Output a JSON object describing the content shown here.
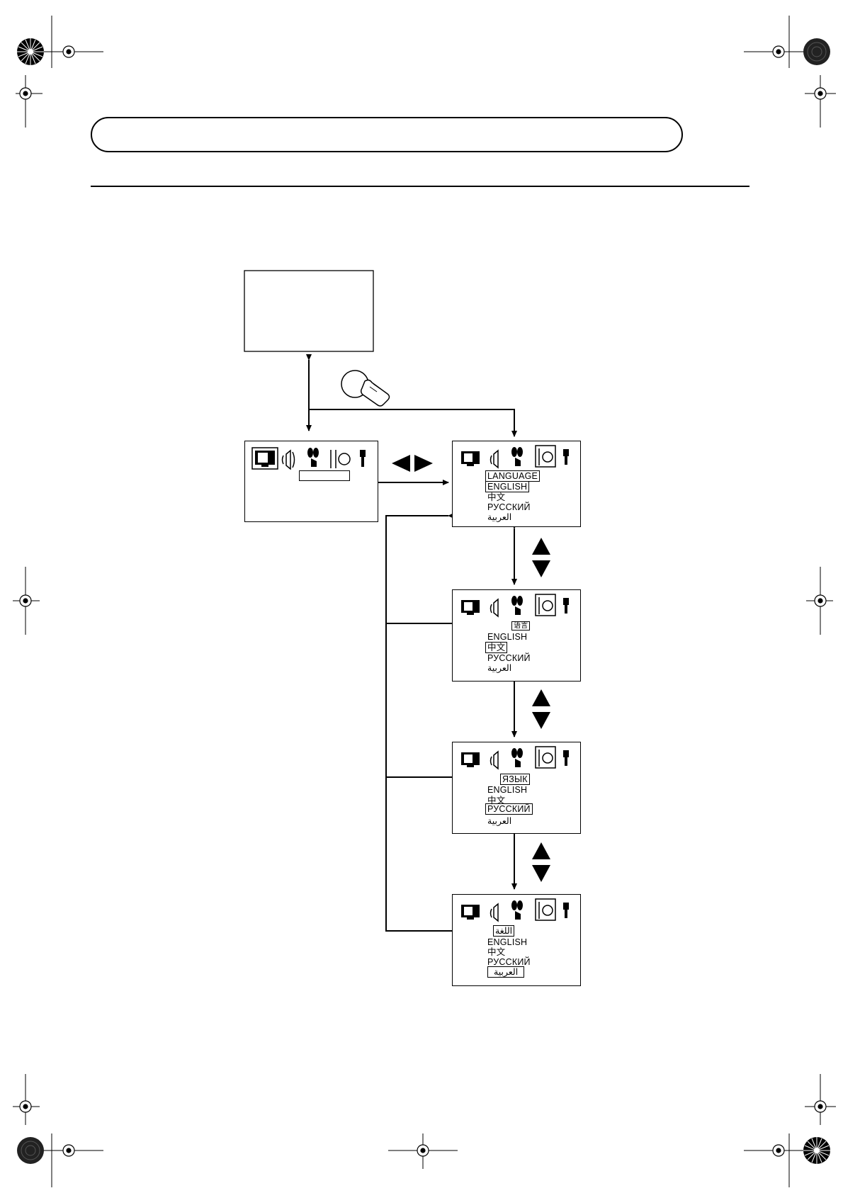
{
  "menu": {
    "language_title": "LANGUAGE",
    "options": [
      "ENGLISH",
      "中文",
      "РУССКИЙ",
      "العربية"
    ],
    "titles": {
      "chinese": "语言",
      "russian": "ЯЗЫК",
      "arabic": "اللغة"
    }
  },
  "icons": [
    "picture-icon",
    "sound-icon",
    "feature-icon",
    "setup-icon",
    "power-icon"
  ],
  "controls": {
    "left_right": "left-right-arrows-icon",
    "up_down": "up-down-arrows-icon",
    "press": "press-button-icon"
  }
}
